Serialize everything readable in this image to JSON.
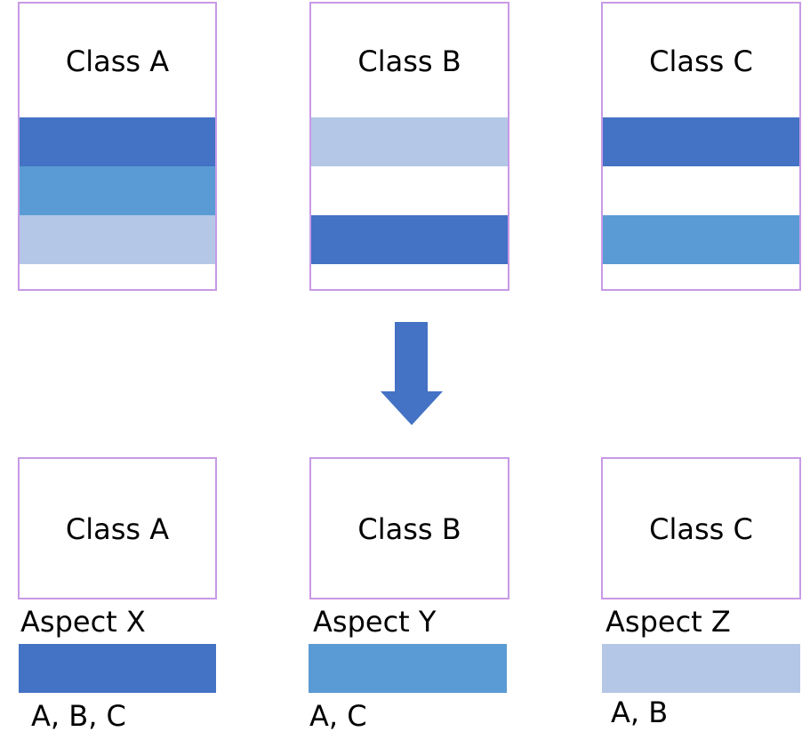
{
  "colors": {
    "dark_blue": "#4472c4",
    "mid_blue": "#5b9bd5",
    "light_blue": "#b4c7e7",
    "box_border": "#c89ae6"
  },
  "top_classes": [
    {
      "title": "Class A",
      "stripes": [
        "dark_blue",
        "mid_blue",
        "light_blue"
      ]
    },
    {
      "title": "Class B",
      "stripes": [
        "light_blue",
        null,
        "dark_blue"
      ]
    },
    {
      "title": "Class C",
      "stripes": [
        "dark_blue",
        null,
        "mid_blue"
      ]
    }
  ],
  "arrow": {
    "icon": "down-arrow-icon",
    "color": "dark_blue"
  },
  "bottom_classes": [
    {
      "title": "Class A"
    },
    {
      "title": "Class B"
    },
    {
      "title": "Class C"
    }
  ],
  "aspects": [
    {
      "name": "Aspect X",
      "color": "dark_blue",
      "members": "A, B, C"
    },
    {
      "name": "Aspect Y",
      "color": "mid_blue",
      "members": "A, C"
    },
    {
      "name": "Aspect Z",
      "color": "light_blue",
      "members": "A, B"
    }
  ]
}
